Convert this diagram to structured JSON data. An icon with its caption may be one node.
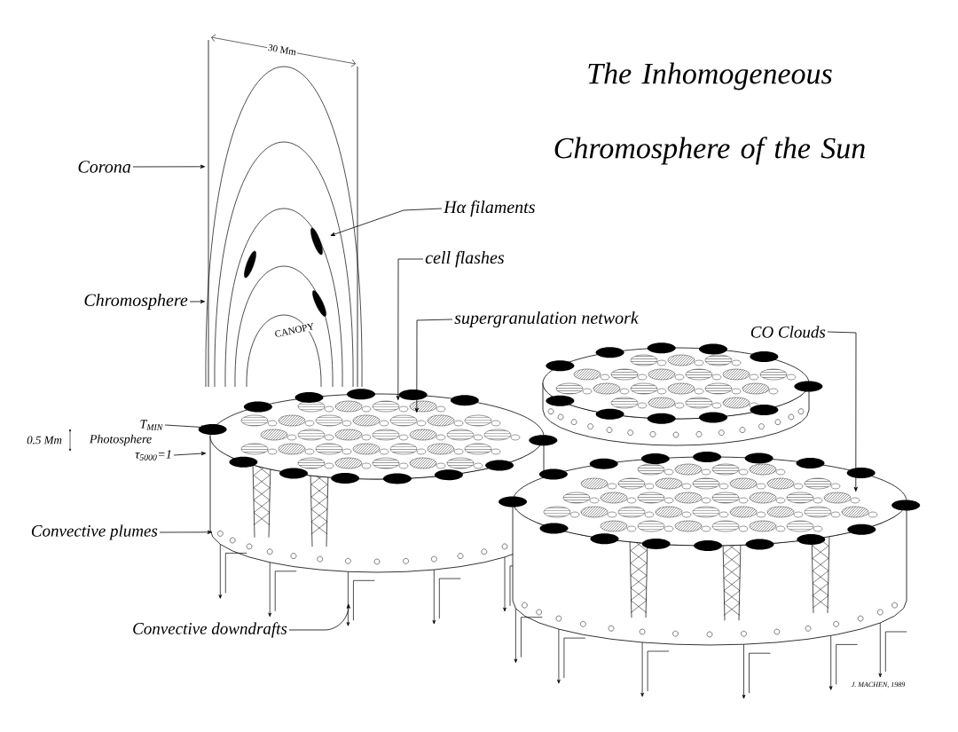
{
  "diagram": {
    "title": "The Inhomogeneous Chromosphere of the Sun",
    "nodes": [
      {
        "text": [
          "Corona"
        ]
      },
      {
        "text": [
          "Hα filaments"
        ]
      },
      {
        "text": [
          "cell flashes"
        ]
      },
      {
        "text": [
          "Chromosphere"
        ]
      },
      {
        "text": [
          "supergranulation network"
        ]
      },
      {
        "text": [
          "CO Clouds"
        ]
      },
      {
        "text": [
          "T$_{MIN}$"
        ]
      },
      {
        "text": [
          "τ$_{5000}$=1"
        ]
      },
      {
        "text": [
          "Convective plumes"
        ]
      },
      {
        "text": [
          "Convective downdrafts"
        ]
      },
      {
        "text": [],
        "shape": "picture"
      },
      {
        "text": [],
        "shape": "picture"
      }
    ],
    "edges": [
      {
        "from": 0,
        "to": 10,
        "arrow": "to"
      },
      {
        "from": 1,
        "to": 10,
        "arrow": "to"
      },
      {
        "from": 2,
        "to": 11,
        "arrow": "to"
      },
      {
        "from": 3,
        "to": 10,
        "arrow": "to"
      },
      {
        "from": 4,
        "to": 11,
        "arrow": "to"
      },
      {
        "from": 5,
        "to": 11,
        "arrow": "to"
      },
      {
        "from": 6,
        "to": 11,
        "arrow": "to"
      },
      {
        "from": 7,
        "to": 11,
        "arrow": "to"
      },
      {
        "from": 8,
        "to": 11,
        "arrow": "to"
      },
      {
        "from": 9,
        "to": 11,
        "arrow": "to"
      }
    ],
    "labels": [
      "30 Mm",
      "CANOPY",
      "0.5 Mm",
      "Photosphere",
      "J. MACHEN, 1989"
    ]
  }
}
